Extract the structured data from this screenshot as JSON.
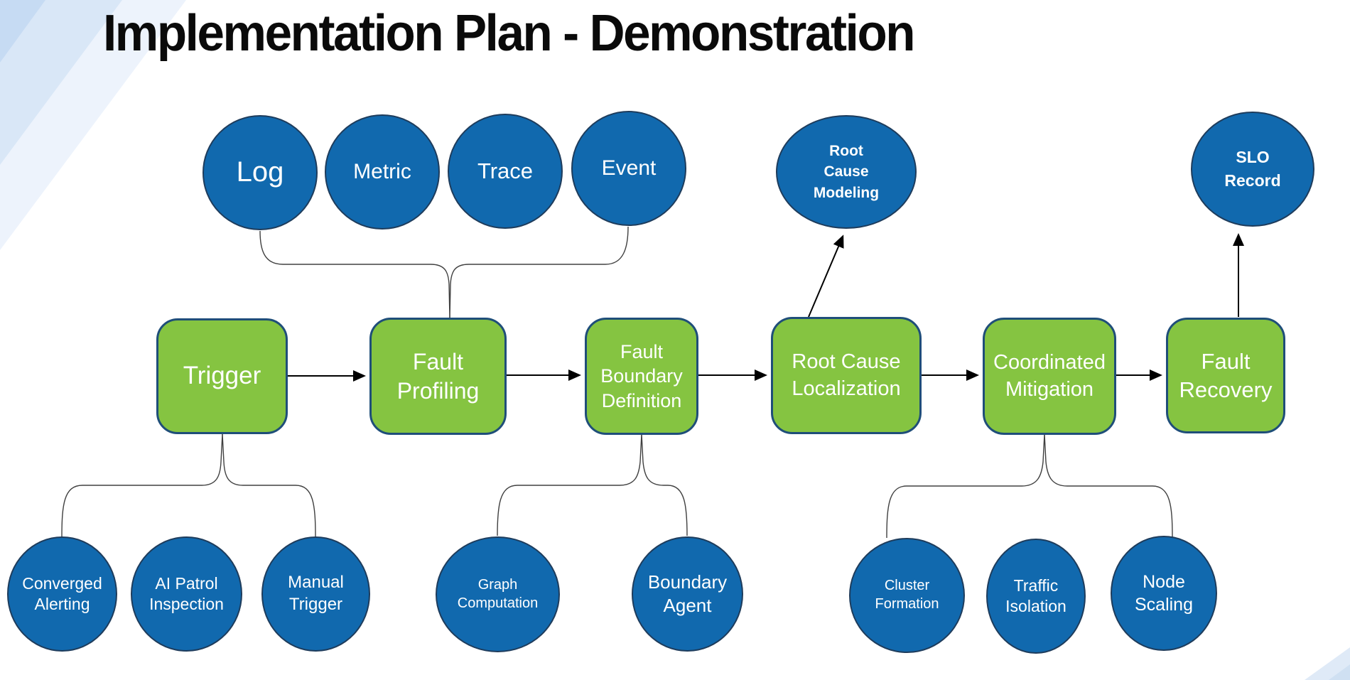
{
  "slide": {
    "title": "Implementation Plan - Demonstration"
  },
  "palette": {
    "node_blue": "#1169ae",
    "node_blue_border": "#1e3c5c",
    "step_green": "#85c441",
    "step_green_border": "#1f4e79",
    "connector_gray": "#404040",
    "arrow_black": "#000000",
    "corner_blue_light": "#edf3fc",
    "corner_blue_mid": "#d9e7f7",
    "corner_blue_deep": "#c6dbf3"
  },
  "data_sources": [
    {
      "id": "log",
      "label": "Log"
    },
    {
      "id": "metric",
      "label": "Metric"
    },
    {
      "id": "trace",
      "label": "Trace"
    },
    {
      "id": "event",
      "label": "Event"
    }
  ],
  "outputs": [
    {
      "id": "root-cause-modeling",
      "label": "Root\nCause\nModeling"
    },
    {
      "id": "slo-record",
      "label": "SLO\nRecord"
    }
  ],
  "process_steps": [
    {
      "id": "trigger",
      "label": "Trigger"
    },
    {
      "id": "fault-profiling",
      "label": "Fault\nProfiling"
    },
    {
      "id": "fault-boundary-definition",
      "label": "Fault\nBoundary\nDefinition"
    },
    {
      "id": "root-cause-localization",
      "label": "Root Cause\nLocalization"
    },
    {
      "id": "coordinated-mitigation",
      "label": "Coordinated\nMitigation"
    },
    {
      "id": "fault-recovery",
      "label": "Fault\nRecovery"
    }
  ],
  "sub_components": [
    {
      "id": "converged-alerting",
      "label": "Converged\nAlerting"
    },
    {
      "id": "ai-patrol-inspection",
      "label": "AI Patrol\nInspection"
    },
    {
      "id": "manual-trigger",
      "label": "Manual\nTrigger"
    },
    {
      "id": "graph-computation",
      "label": "Graph\nComputation"
    },
    {
      "id": "boundary-agent",
      "label": "Boundary\nAgent"
    },
    {
      "id": "cluster-formation",
      "label": "Cluster\nFormation"
    },
    {
      "id": "traffic-isolation",
      "label": "Traffic\nIsolation"
    },
    {
      "id": "node-scaling",
      "label": "Node\nScaling"
    }
  ]
}
